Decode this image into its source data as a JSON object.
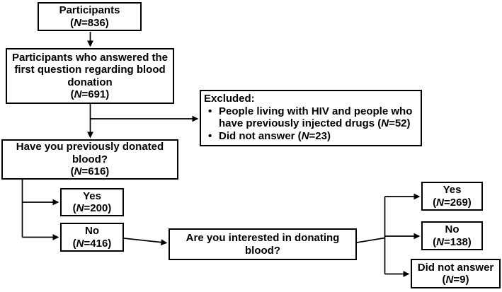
{
  "colors": {
    "background": "#ffffff",
    "line": "#000000",
    "text": "#000000"
  },
  "figure": {
    "boxes": {
      "participants": {
        "lines": [
          "Participants"
        ],
        "n": "(N=836)"
      },
      "answered_first_question": {
        "lines": [
          "Participants who answered the",
          "first question regarding blood",
          "donation"
        ],
        "n": "(N=691)"
      },
      "excluded": {
        "title": "Excluded:",
        "bullets": [
          "People living with HIV and people who have previously injected drugs (N=52)",
          "Did not answer (N=23)"
        ]
      },
      "previously_donated": {
        "lines": [
          "Have you previously donated",
          "blood?"
        ],
        "n": "(N=616)"
      },
      "previously_donated_yes": {
        "lines": [
          "Yes"
        ],
        "n": "(N=200)"
      },
      "previously_donated_no": {
        "lines": [
          "No"
        ],
        "n": "(N=416)"
      },
      "interested": {
        "lines": [
          "Are you interested in donating",
          "blood?"
        ]
      },
      "interested_yes": {
        "lines": [
          "Yes"
        ],
        "n": "(N=269)"
      },
      "interested_no": {
        "lines": [
          "No"
        ],
        "n": "(N=138)"
      },
      "interested_no_answer": {
        "lines": [
          "Did not answer"
        ],
        "n": "(N=9)"
      }
    }
  }
}
